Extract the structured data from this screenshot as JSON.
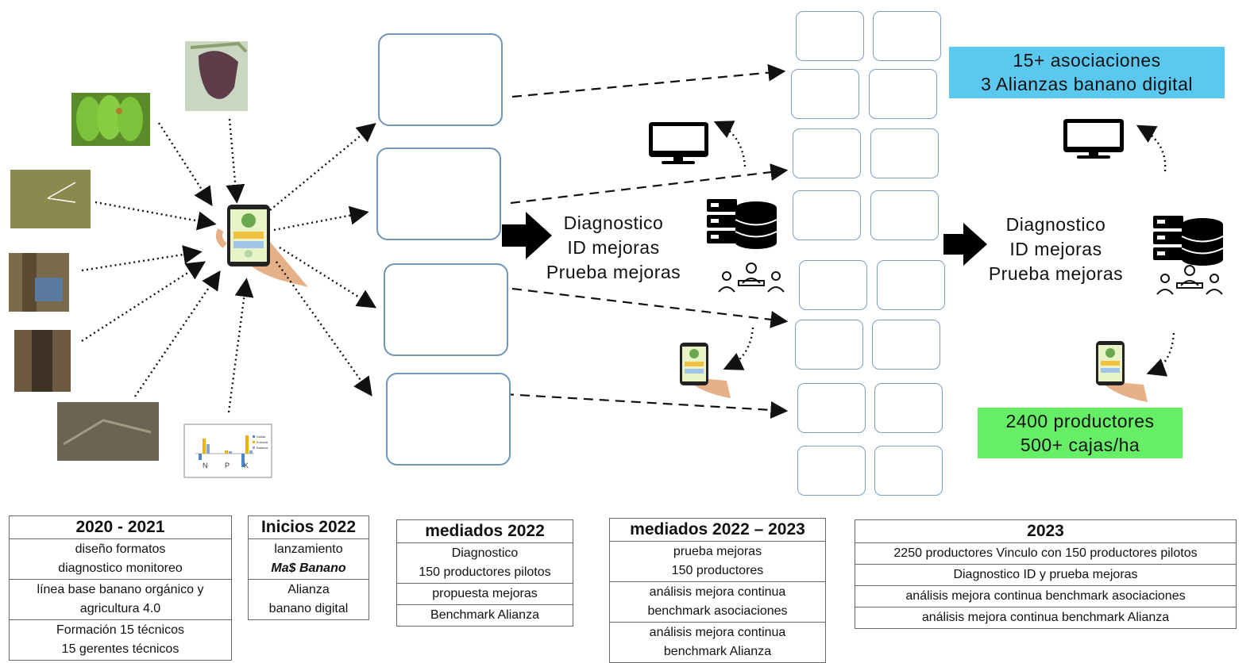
{
  "stage1": {
    "lines": [
      "Diagnostico",
      "ID mejoras",
      "Prueba mejoras"
    ]
  },
  "stage2": {
    "lines": [
      "Diagnostico",
      "ID mejoras",
      "Prueba mejoras"
    ]
  },
  "banner_top": {
    "lines": [
      "15+ asociaciones",
      "3 Alianzas banano digital"
    ],
    "color": "#5bc8f0"
  },
  "banner_bottom": {
    "lines": [
      "2400 productores",
      "500+ cajas/ha"
    ],
    "color": "#66ee66"
  },
  "npk_chart": {
    "categories": [
      "N",
      "P",
      "K"
    ],
    "legend": [
      "Salida",
      "Entrada",
      "Balance"
    ]
  },
  "timeline": [
    {
      "title": "2020 - 2021",
      "rows": [
        [
          "diseño formatos",
          "diagnostico monitoreo"
        ],
        [
          "línea base banano orgánico y",
          "agricultura 4.0"
        ],
        [
          "Formación 15 técnicos",
          "15 gerentes técnicos"
        ]
      ]
    },
    {
      "title": "Inicios 2022",
      "rows": [
        [
          "lanzamiento",
          "Ma$ Banano"
        ],
        [
          "Alianza",
          "banano digital"
        ]
      ]
    },
    {
      "title": "mediados 2022",
      "rows": [
        [
          "Diagnostico",
          "150 productores pilotos"
        ],
        [
          "propuesta mejoras"
        ],
        [
          "Benchmark Alianza"
        ]
      ]
    },
    {
      "title": "mediados 2022 – 2023",
      "rows": [
        [
          "prueba mejoras",
          "150 productores"
        ],
        [
          "análisis mejora continua",
          "benchmark asociaciones"
        ],
        [
          "análisis mejora continua",
          "benchmark Alianza"
        ]
      ]
    },
    {
      "title": "2023",
      "rows": [
        [
          "2250 productores Vinculo con 150 productores pilotos"
        ],
        [
          "Diagnostico  ID y prueba mejoras"
        ],
        [
          "análisis mejora continua benchmark asociaciones"
        ],
        [
          "análisis mejora continua benchmark Alianza"
        ]
      ]
    }
  ]
}
